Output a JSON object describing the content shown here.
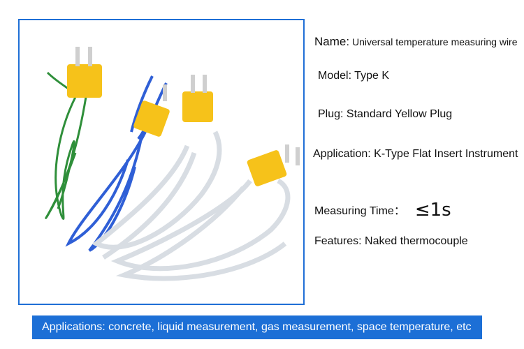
{
  "specs": {
    "name_label": "Name:",
    "name_value": " Universal temperature measuring wire",
    "model": "Model: Type K",
    "plug": "Plug: Standard Yellow Plug",
    "application": "Application: K-Type Flat Insert Instrument",
    "measuring_time_label": "Measuring Time：",
    "measuring_time_value": "≤1s",
    "features": "Features: Naked thermocouple"
  },
  "banner": {
    "text": "Applications: concrete, liquid measurement, gas measurement, space temperature, etc"
  },
  "colors": {
    "frame_border": "#1f6fd6",
    "banner_bg": "#1c6fd6",
    "plug_yellow": "#f6c21a",
    "wire_green": "#2f8f3a",
    "wire_blue": "#2f5fd6"
  }
}
